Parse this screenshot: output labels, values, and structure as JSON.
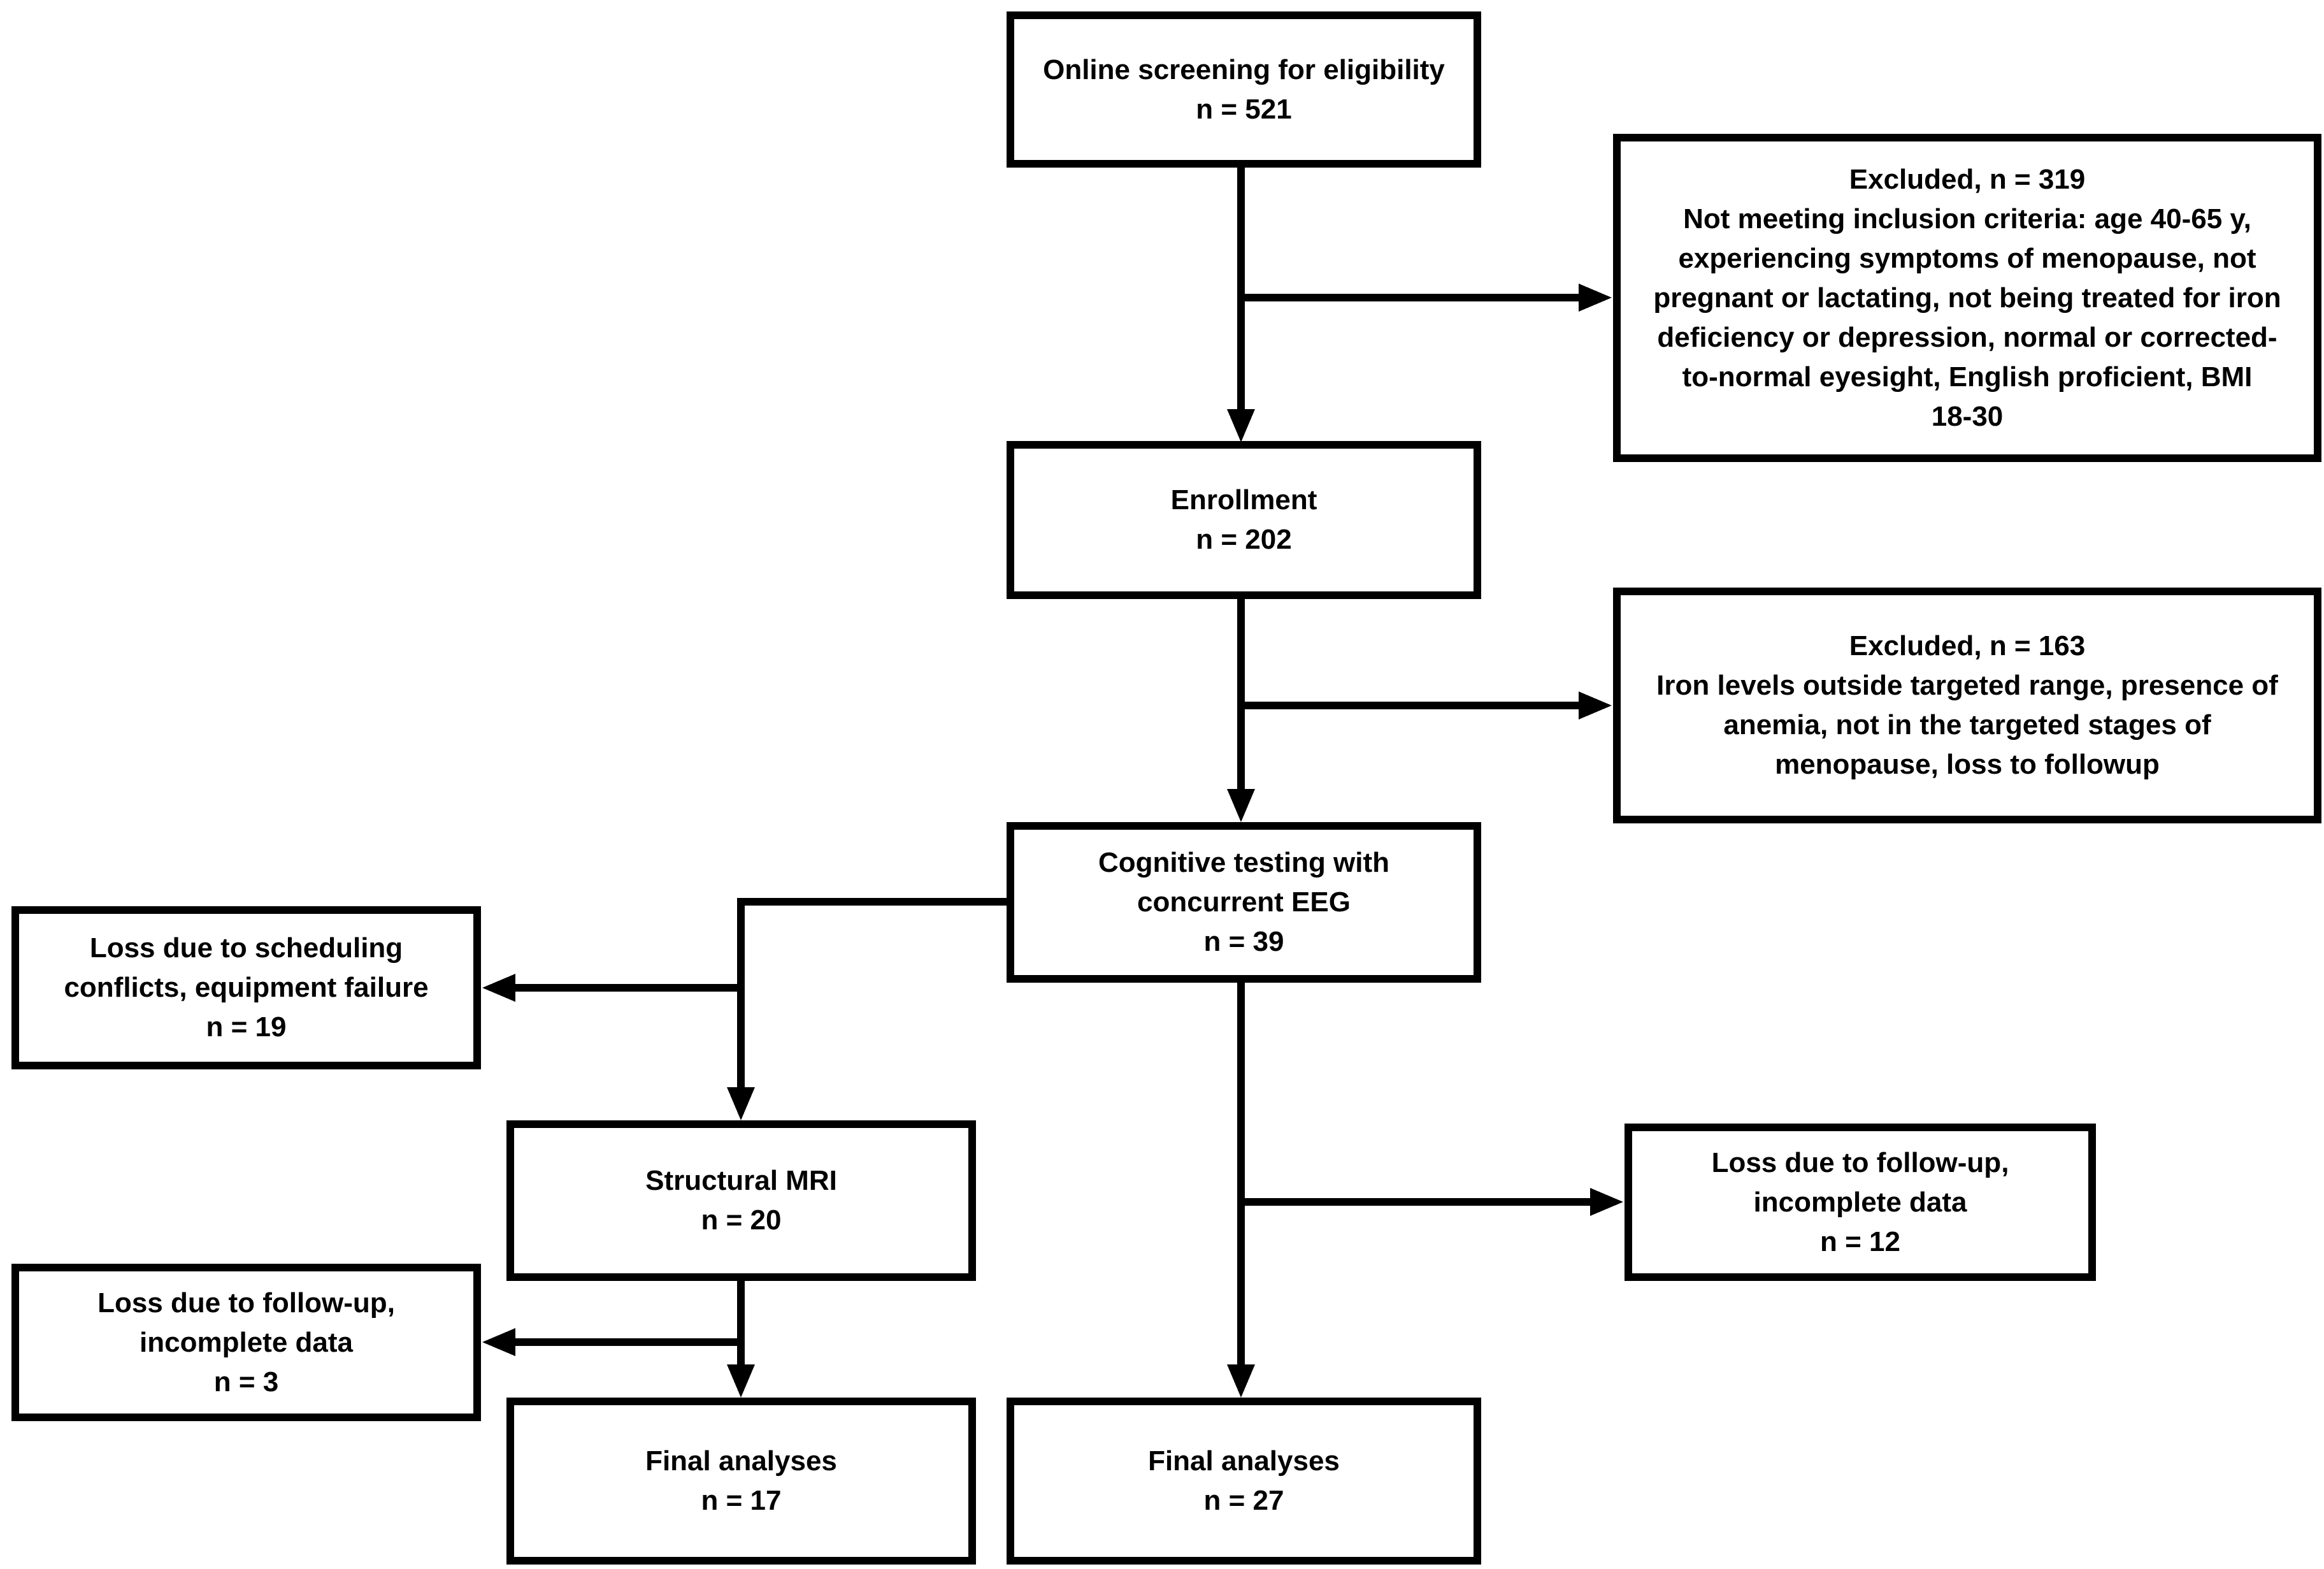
{
  "colors": {
    "ink": "#000000",
    "background": "#ffffff"
  },
  "nodes": {
    "screening": {
      "lines": [
        "Online screening for eligibility",
        "n = 521"
      ]
    },
    "excluded_319": {
      "lines": [
        "Excluded, n = 319",
        "Not meeting inclusion criteria: age 40-65 y,",
        "experiencing symptoms of menopause, not",
        "pregnant or lactating, not being treated for iron",
        "deficiency or depression, normal or corrected-",
        "to-normal eyesight, English proficient, BMI",
        "18-30"
      ]
    },
    "enrollment": {
      "lines": [
        "Enrollment",
        "n = 202"
      ]
    },
    "excluded_163": {
      "lines": [
        "Excluded, n = 163",
        "Iron levels outside targeted range, presence of",
        "anemia, not in the targeted stages of",
        "menopause, loss to followup"
      ]
    },
    "cognitive_eeg": {
      "lines": [
        "Cognitive testing with",
        "concurrent EEG",
        "n = 39"
      ]
    },
    "loss_scheduling": {
      "lines": [
        "Loss due to scheduling",
        "conflicts, equipment failure",
        "n = 19"
      ]
    },
    "structural_mri": {
      "lines": [
        "Structural MRI",
        "n = 20"
      ]
    },
    "loss_followup_3": {
      "lines": [
        "Loss due to follow-up,",
        "incomplete data",
        "n = 3"
      ]
    },
    "loss_followup_12": {
      "lines": [
        "Loss due to follow-up,",
        "incomplete data",
        "n = 12"
      ]
    },
    "final_analyses_17": {
      "lines": [
        "Final analyses",
        "n = 17"
      ]
    },
    "final_analyses_27": {
      "lines": [
        "Final analyses",
        "n = 27"
      ]
    }
  }
}
